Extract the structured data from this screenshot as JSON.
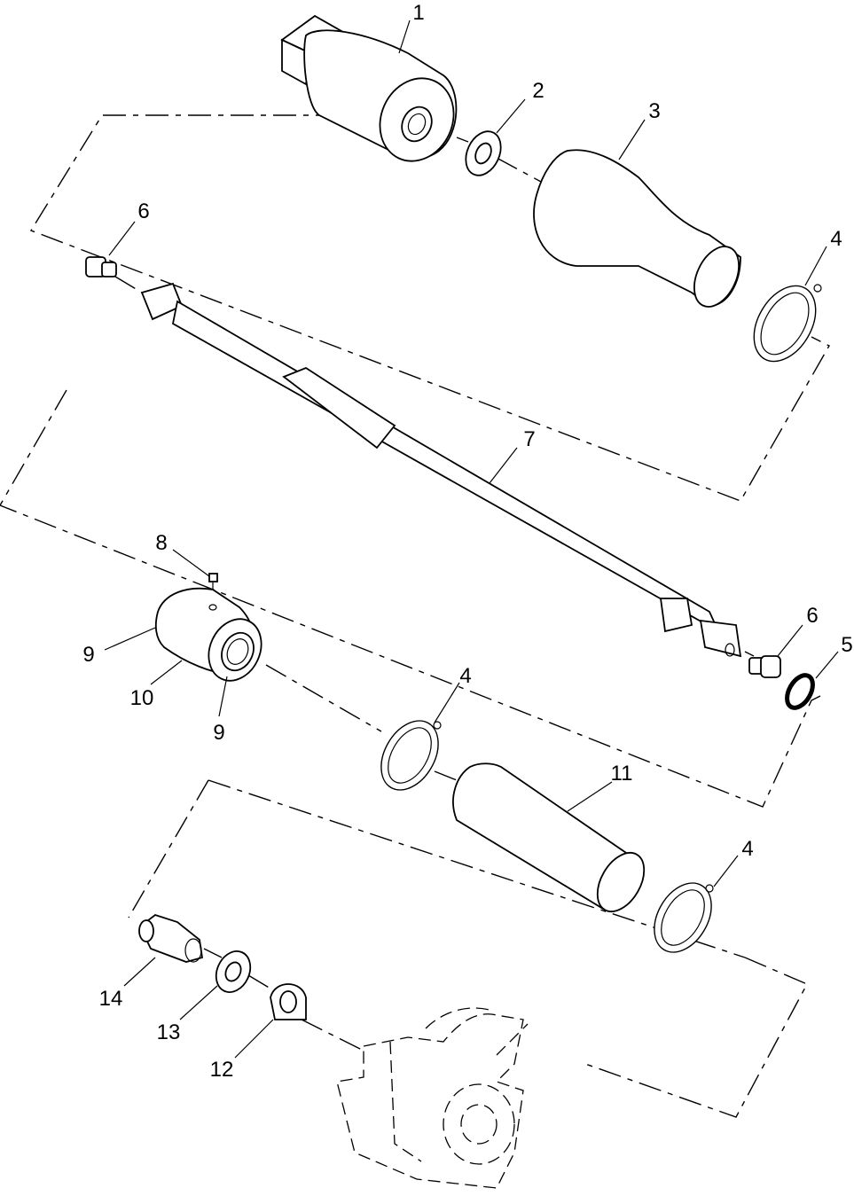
{
  "callouts": [
    {
      "id": "c1",
      "label": "1"
    },
    {
      "id": "c2",
      "label": "2"
    },
    {
      "id": "c3",
      "label": "3"
    },
    {
      "id": "c4a",
      "label": "4"
    },
    {
      "id": "c6a",
      "label": "6"
    },
    {
      "id": "c7",
      "label": "7"
    },
    {
      "id": "c8",
      "label": "8"
    },
    {
      "id": "c9a",
      "label": "9"
    },
    {
      "id": "c10",
      "label": "10"
    },
    {
      "id": "c9b",
      "label": "9"
    },
    {
      "id": "c6b",
      "label": "6"
    },
    {
      "id": "c5",
      "label": "5"
    },
    {
      "id": "c4b",
      "label": "4"
    },
    {
      "id": "c11",
      "label": "11"
    },
    {
      "id": "c4c",
      "label": "4"
    },
    {
      "id": "c14",
      "label": "14"
    },
    {
      "id": "c13",
      "label": "13"
    },
    {
      "id": "c12",
      "label": "12"
    }
  ]
}
